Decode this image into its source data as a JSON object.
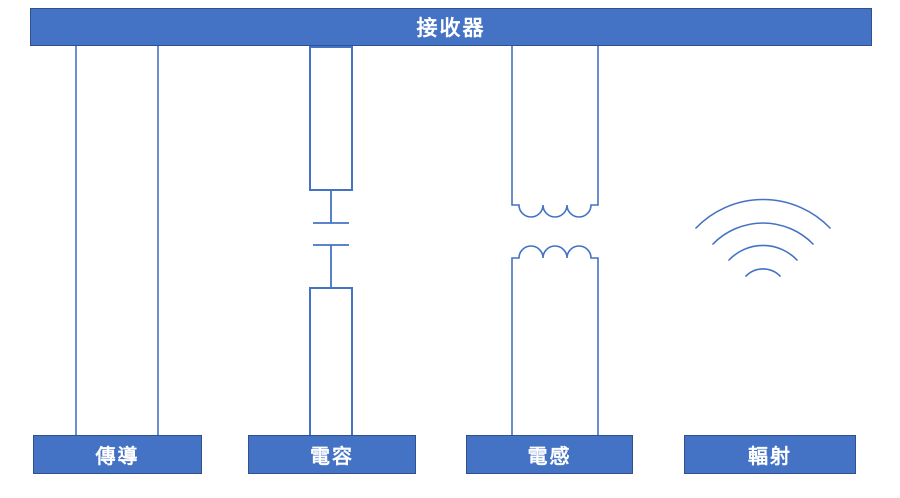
{
  "diagram": {
    "receiver_label": "接收器",
    "coupling_paths": [
      {
        "id": "conduction",
        "label": "傳導",
        "symbol": "direct-wires"
      },
      {
        "id": "capacitive",
        "label": "電容",
        "symbol": "capacitor-symbol"
      },
      {
        "id": "inductive",
        "label": "電感",
        "symbol": "inductor-coils-symbol"
      },
      {
        "id": "radiative",
        "label": "輻射",
        "symbol": "radiation-waves-icon"
      }
    ],
    "colors": {
      "box_fill": "#4472C4",
      "box_border": "#2F528F",
      "line": "#4472C4",
      "label_text": "#FFFFFF",
      "background": "#FFFFFF"
    }
  }
}
